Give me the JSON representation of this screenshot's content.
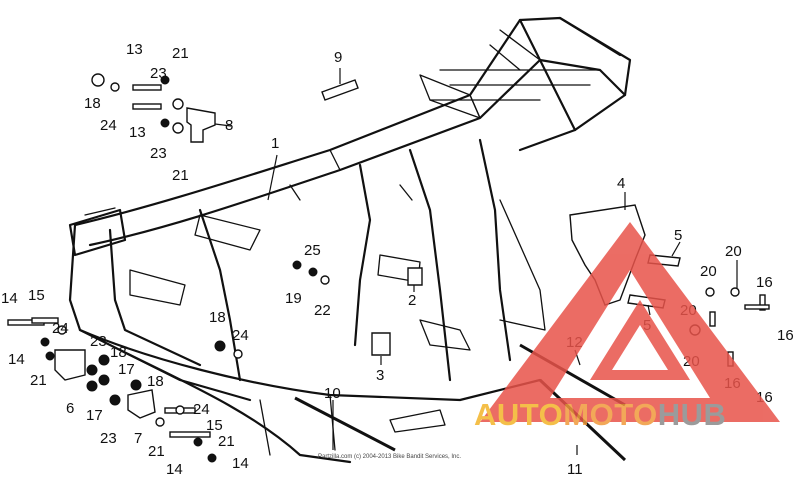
{
  "diagram": {
    "callouts": [
      {
        "id": "c1",
        "label": "1"
      },
      {
        "id": "c2",
        "label": "2"
      },
      {
        "id": "c3",
        "label": "3"
      },
      {
        "id": "c4",
        "label": "4"
      },
      {
        "id": "c5a",
        "label": "5"
      },
      {
        "id": "c5b",
        "label": "5"
      },
      {
        "id": "c6",
        "label": "6"
      },
      {
        "id": "c7",
        "label": "7"
      },
      {
        "id": "c8",
        "label": "8"
      },
      {
        "id": "c9",
        "label": "9"
      },
      {
        "id": "c10",
        "label": "10"
      },
      {
        "id": "c11",
        "label": "11"
      },
      {
        "id": "c12",
        "label": "12"
      },
      {
        "id": "c13a",
        "label": "13"
      },
      {
        "id": "c13b",
        "label": "13"
      },
      {
        "id": "c14a",
        "label": "14"
      },
      {
        "id": "c14b",
        "label": "14"
      },
      {
        "id": "c14c",
        "label": "14"
      },
      {
        "id": "c14d",
        "label": "14"
      },
      {
        "id": "c15a",
        "label": "15"
      },
      {
        "id": "c15b",
        "label": "15"
      },
      {
        "id": "c16a",
        "label": "16"
      },
      {
        "id": "c16b",
        "label": "16"
      },
      {
        "id": "c16c",
        "label": "16"
      },
      {
        "id": "c16d",
        "label": "16"
      },
      {
        "id": "c17a",
        "label": "17"
      },
      {
        "id": "c17b",
        "label": "17"
      },
      {
        "id": "c18a",
        "label": "18"
      },
      {
        "id": "c18b",
        "label": "18"
      },
      {
        "id": "c18c",
        "label": "18"
      },
      {
        "id": "c18d",
        "label": "18"
      },
      {
        "id": "c19",
        "label": "19"
      },
      {
        "id": "c20a",
        "label": "20"
      },
      {
        "id": "c20b",
        "label": "20"
      },
      {
        "id": "c20c",
        "label": "20"
      },
      {
        "id": "c20d",
        "label": "20"
      },
      {
        "id": "c21a",
        "label": "21"
      },
      {
        "id": "c21b",
        "label": "21"
      },
      {
        "id": "c21c",
        "label": "21"
      },
      {
        "id": "c21d",
        "label": "21"
      },
      {
        "id": "c21e",
        "label": "21"
      },
      {
        "id": "c22",
        "label": "22"
      },
      {
        "id": "c23a",
        "label": "23"
      },
      {
        "id": "c23b",
        "label": "23"
      },
      {
        "id": "c23c",
        "label": "23"
      },
      {
        "id": "c23d",
        "label": "23"
      },
      {
        "id": "c24a",
        "label": "24"
      },
      {
        "id": "c24b",
        "label": "24"
      },
      {
        "id": "c24c",
        "label": "24"
      },
      {
        "id": "c24d",
        "label": "24"
      },
      {
        "id": "c25",
        "label": "25"
      }
    ],
    "copyright": "Partzilla.com (c) 2004-2013 Bike Bandit Services, Inc."
  },
  "watermark": {
    "brand_part1": "AUTO",
    "brand_part2": "MOTO",
    "brand_part3": "HUB",
    "colors": {
      "triangle": "#e8534a",
      "auto": "#f3b52a",
      "moto": "#f09a3c",
      "hub": "#8a8a8a"
    }
  }
}
